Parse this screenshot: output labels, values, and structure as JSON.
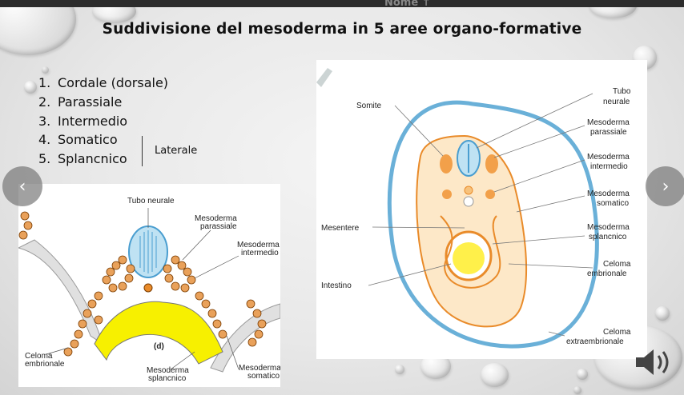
{
  "window": {
    "header_ghost_text": "Nome ↑"
  },
  "slide": {
    "title": "Suddivisione del mesoderma in 5 aree organo-formative",
    "list": [
      {
        "num": "1.",
        "label": "Cordale (dorsale)"
      },
      {
        "num": "2.",
        "label": "Parassiale"
      },
      {
        "num": "3.",
        "label": "Intermedio"
      },
      {
        "num": "4.",
        "label": "Somatico"
      },
      {
        "num": "5.",
        "label": "Splancnico"
      }
    ],
    "bracket_label": "Laterale"
  },
  "figure_right": {
    "labels": {
      "somite": "Somite",
      "tubo_neurale_1": "Tubo",
      "tubo_neurale_2": "neurale",
      "mes_parassiale_1": "Mesoderma",
      "mes_parassiale_2": "parassiale",
      "mes_intermedio_1": "Mesoderma",
      "mes_intermedio_2": "intermedio",
      "mes_somatico_1": "Mesoderma",
      "mes_somatico_2": "somatico",
      "mesentere": "Mesentere",
      "mes_splancnico_1": "Mesoderma",
      "mes_splancnico_2": "splancnico",
      "celoma_embrionale_1": "Celoma",
      "celoma_embrionale_2": "embrionale",
      "intestino": "Intestino",
      "celoma_extra_1": "Celoma",
      "celoma_extra_2": "extraembrionale"
    }
  },
  "figure_left": {
    "labels": {
      "tubo_neurale": "Tubo neurale",
      "mes_parassiale_1": "Mesoderma",
      "mes_parassiale_2": "parassiale",
      "mes_intermedio_1": "Mesoderma",
      "mes_intermedio_2": "intermedio",
      "celoma_1": "Celoma",
      "celoma_2": "embrionale",
      "panel": "(d)",
      "mes_splancnico_1": "Mesoderma",
      "mes_splancnico_2": "splancnico",
      "mes_somatico_1": "Mesoderma",
      "mes_somatico_2": "somatico"
    }
  },
  "nav": {
    "prev_icon": "‹",
    "next_icon": "›"
  },
  "icons": {
    "speaker": "speaker-icon"
  }
}
